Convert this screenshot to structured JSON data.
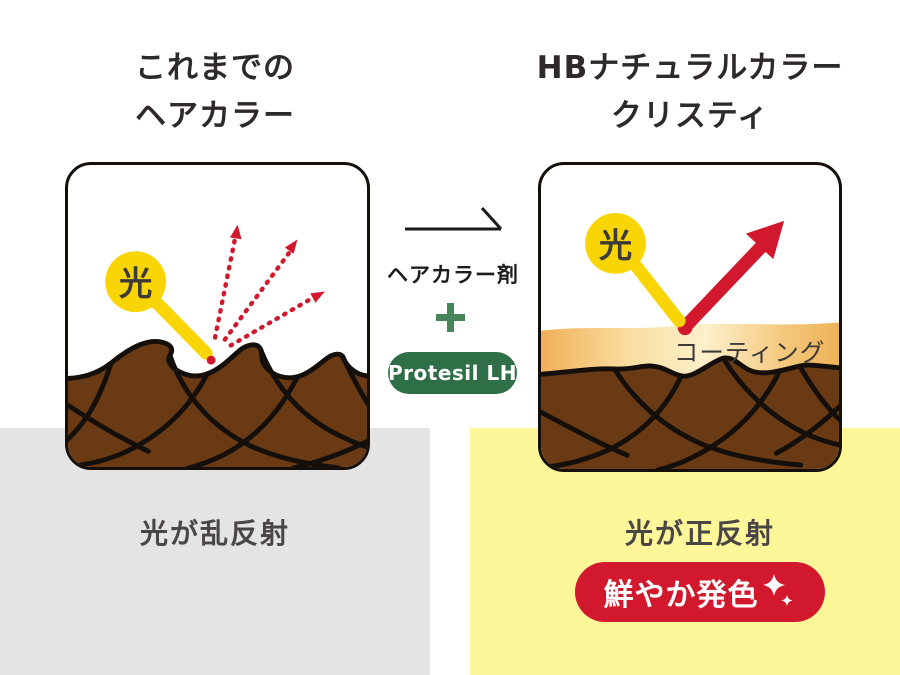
{
  "header": {
    "before_title": "これまでの\nヘアカラー",
    "after_title": "HBナチュラルカラー\nクリスティ"
  },
  "before": {
    "light_label": "光",
    "caption": "光が乱反射"
  },
  "after": {
    "light_label": "光",
    "coating_label": "コーティング",
    "caption": "光が正反射",
    "result_badge_label": "鮮やか発色"
  },
  "middle": {
    "agent_label": "ヘアカラー剤",
    "ingredient_badge_label": "Protesil LH"
  },
  "icons": {
    "transform_arrow": "→",
    "plus": "＋",
    "sparkle": "✦",
    "light": "yellow-sun-circle",
    "scattered_light": "red-dashed-arrows",
    "reflected_light": "red-solid-arrow"
  },
  "colors": {
    "light_yellow": "#fad505",
    "signal_red": "#d2182d",
    "plus_green": "#48855a",
    "badge_green": "#2f6f48",
    "hair_brown": "#6a3a14",
    "outline_black": "#140f0a",
    "panel_gray": "#e4e4e4",
    "panel_yellow": "#fdf79a",
    "coating_orange": "#f0ab50",
    "coating_cream": "#fdf0cb",
    "text_dark": "#2d2a29",
    "caption_gray": "#4a4645"
  }
}
